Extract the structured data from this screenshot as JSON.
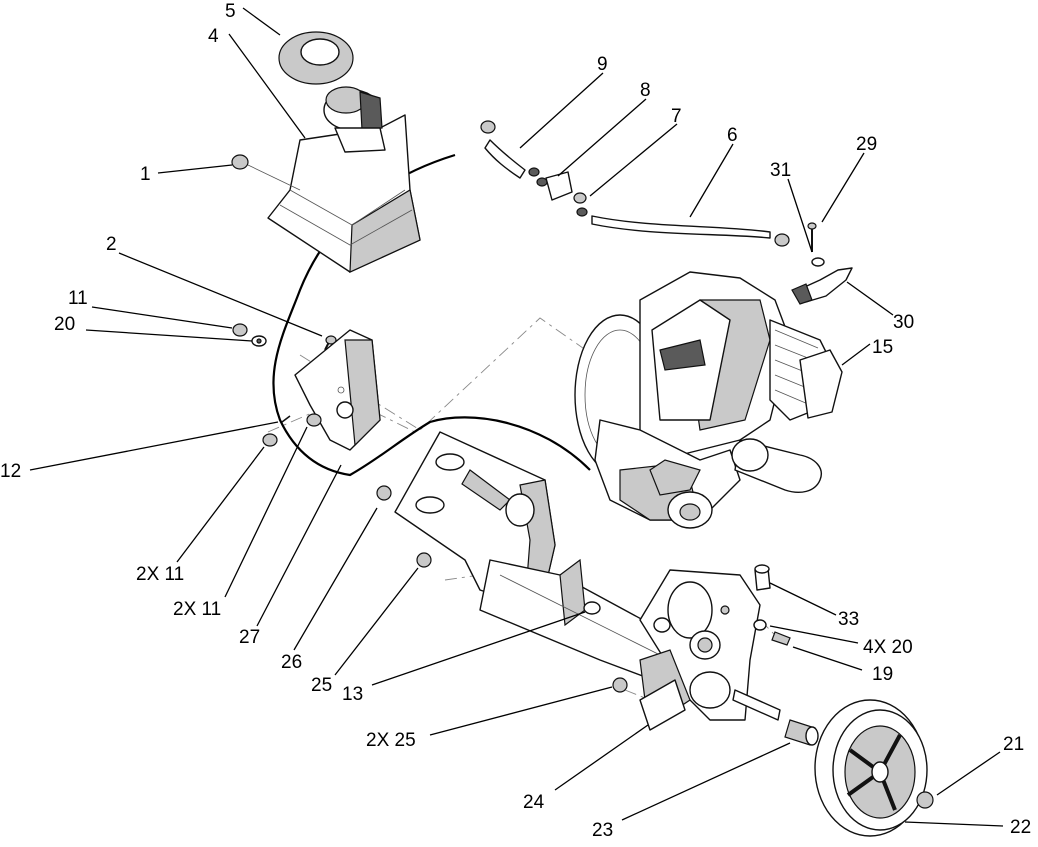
{
  "callouts": [
    {
      "id": "c5",
      "text": "5"
    },
    {
      "id": "c4",
      "text": "4"
    },
    {
      "id": "c1",
      "text": "1"
    },
    {
      "id": "c9",
      "text": "9"
    },
    {
      "id": "c8",
      "text": "8"
    },
    {
      "id": "c7",
      "text": "7"
    },
    {
      "id": "c6",
      "text": "6"
    },
    {
      "id": "c29",
      "text": "29"
    },
    {
      "id": "c31",
      "text": "31"
    },
    {
      "id": "c2",
      "text": "2"
    },
    {
      "id": "c11",
      "text": "11"
    },
    {
      "id": "c20",
      "text": "20"
    },
    {
      "id": "c30",
      "text": "30"
    },
    {
      "id": "c15",
      "text": "15"
    },
    {
      "id": "c12",
      "text": "12"
    },
    {
      "id": "c2x11a",
      "text": "2X 11"
    },
    {
      "id": "c2x11b",
      "text": "2X 11"
    },
    {
      "id": "c27",
      "text": "27"
    },
    {
      "id": "c26",
      "text": "26"
    },
    {
      "id": "c25",
      "text": "25"
    },
    {
      "id": "c13",
      "text": "13"
    },
    {
      "id": "c33",
      "text": "33"
    },
    {
      "id": "c4x20",
      "text": "4X 20"
    },
    {
      "id": "c19",
      "text": "19"
    },
    {
      "id": "c2x25",
      "text": "2X 25"
    },
    {
      "id": "c24",
      "text": "24"
    },
    {
      "id": "c23",
      "text": "23"
    },
    {
      "id": "c21",
      "text": "21"
    },
    {
      "id": "c22",
      "text": "22"
    }
  ]
}
